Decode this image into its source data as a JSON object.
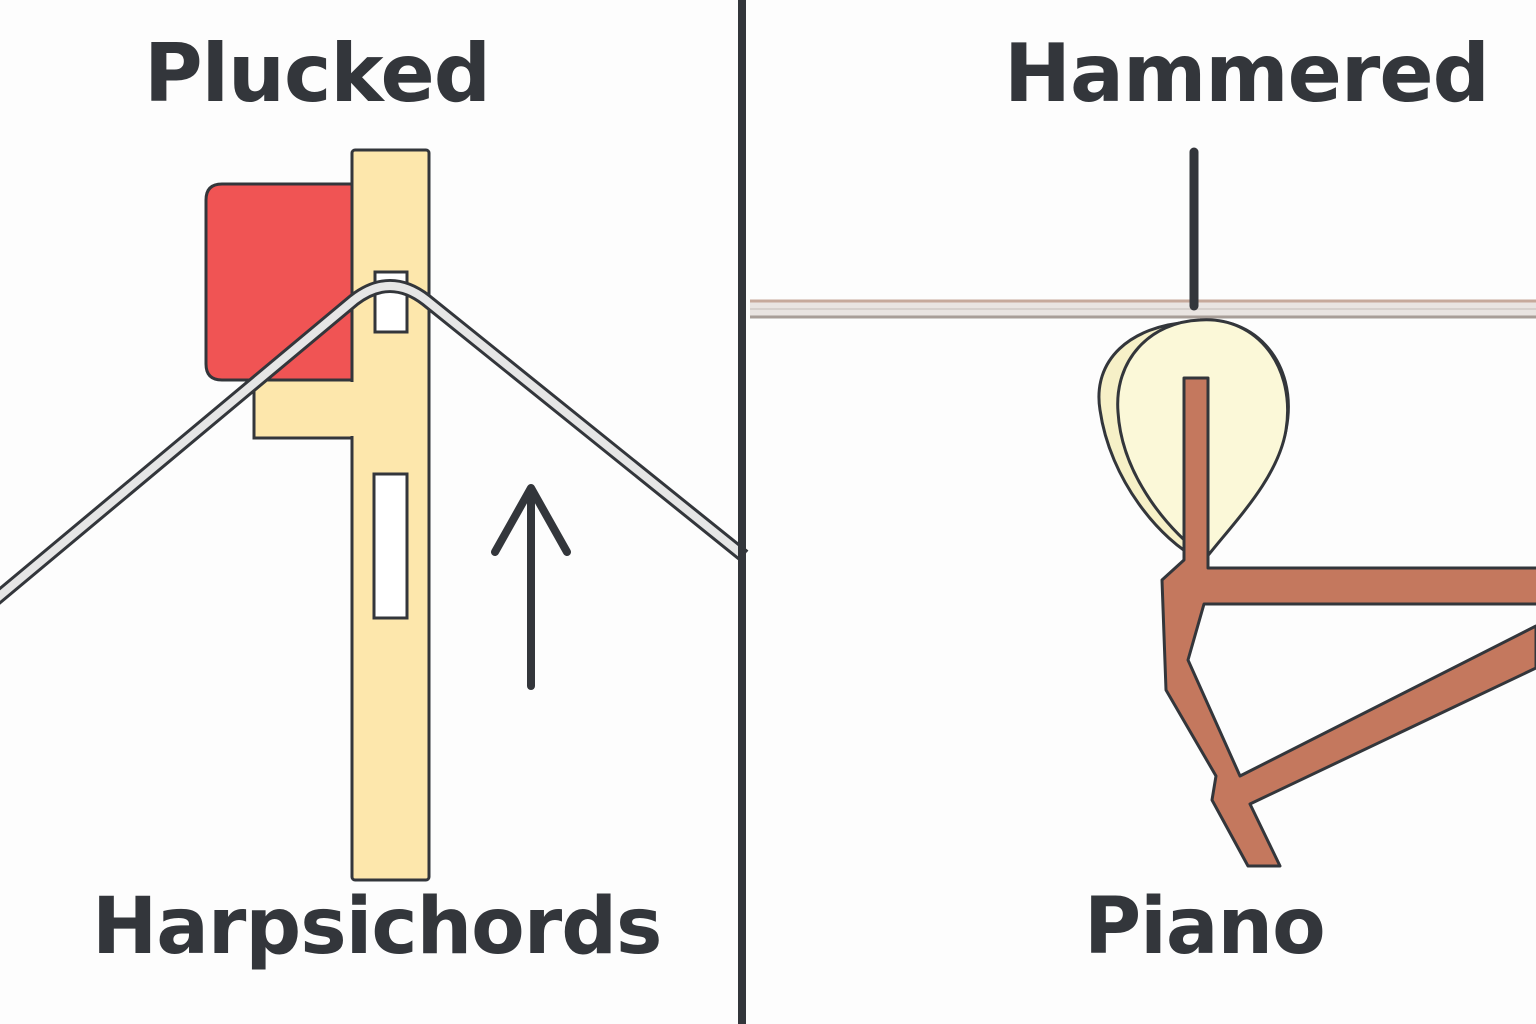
{
  "left_panel": {
    "title": "Plucked",
    "label": "Harpsichords"
  },
  "right_panel": {
    "title": "Hammered",
    "label": "Piano"
  },
  "colors": {
    "outline": "#33363b",
    "jack": "#fde7ac",
    "damper": "#f05454",
    "hammer_head": "#fbf8d8",
    "hammer_shank": "#c4785e",
    "string": "#e6e6e6",
    "piano_string": "#c6a99b"
  },
  "icons": {
    "arrow": "up-arrow-icon"
  }
}
